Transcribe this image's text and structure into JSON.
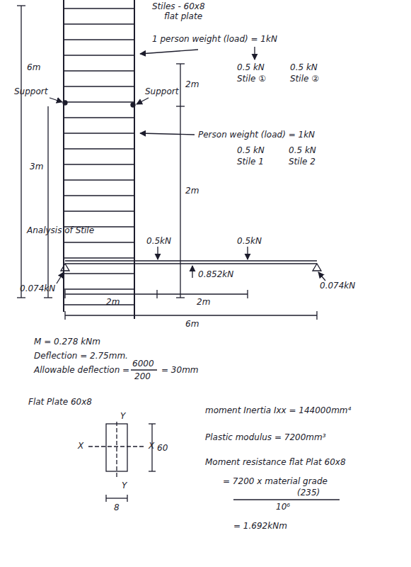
{
  "diagram": {
    "labels": [
      "Stiles - 60x8",
      "flat plate",
      "1 person weight (load) = 1kN",
      "0.5 kN",
      "0.5 kN",
      "Stile ①",
      "Stile ②",
      "6m",
      "Support",
      "Support",
      "2m",
      "Person weight (load) = 1kN",
      "0.5 kN",
      "0.5 kN",
      "Stile 1",
      "Stile 2",
      "3m",
      "2m",
      "Analysis of Stile",
      "0.5kN",
      "0.5kN",
      "0.852kN",
      "0.074kN",
      "0.074kN",
      "2m",
      "2m",
      "6m",
      "M = 0.278 kNm",
      "Deflection = 2.75mm.",
      "Allowable deflection =",
      "6000",
      "200",
      "= 30mm",
      "Flat Plate 60x8",
      "Y",
      "X",
      "X",
      "Y",
      "60",
      "8",
      "moment Inertia Ixx = 144000mm⁴",
      "Plastic modulus = 7200mm³",
      "Moment resistance flat Plat 60x8",
      "= 7200 x material grade",
      "(235)",
      "10⁶",
      "= 1.692kNm"
    ]
  }
}
